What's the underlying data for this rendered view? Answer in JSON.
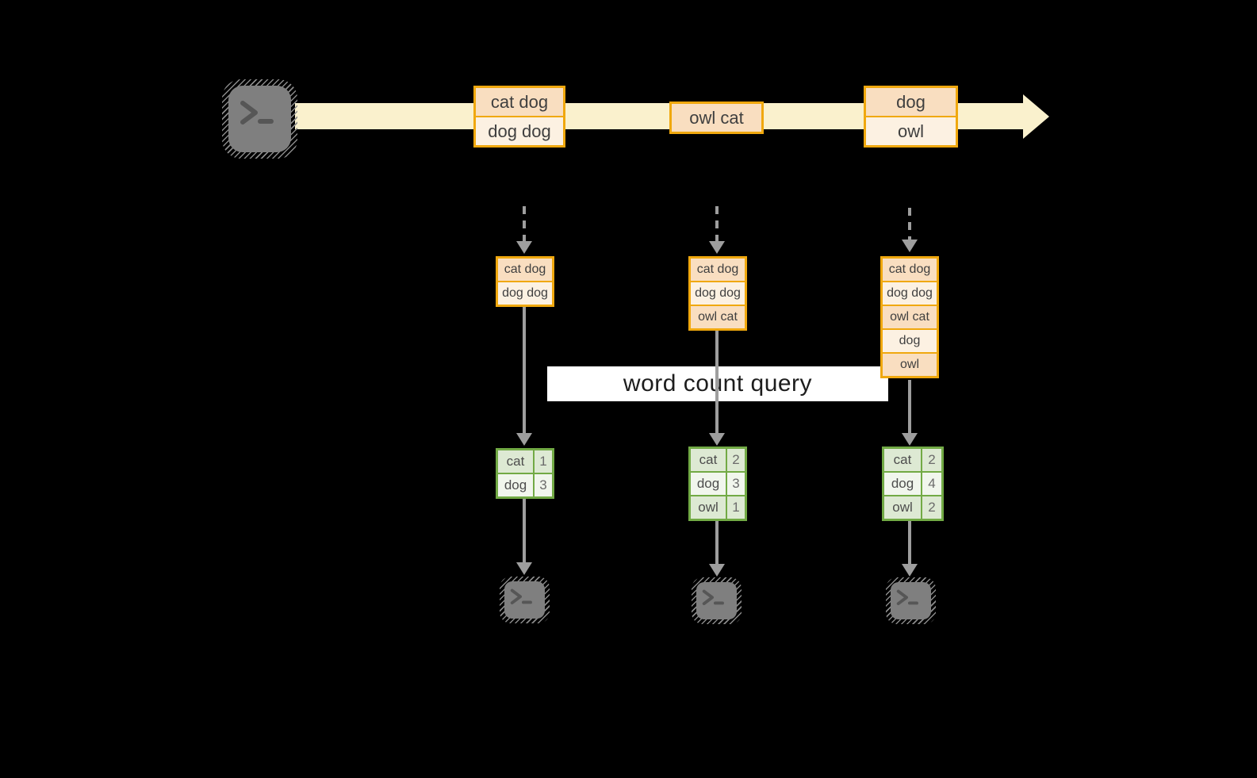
{
  "diagram": {
    "query_label": "word count query",
    "stream": {
      "messages": [
        {
          "lines": [
            "cat dog",
            "dog dog"
          ]
        },
        {
          "lines": [
            "owl cat"
          ]
        },
        {
          "lines": [
            "dog",
            "owl"
          ]
        }
      ]
    },
    "columns": [
      {
        "state": [
          "cat dog",
          "dog dog"
        ],
        "counts": [
          {
            "word": "cat",
            "value": "1"
          },
          {
            "word": "dog",
            "value": "3"
          }
        ]
      },
      {
        "state": [
          "cat dog",
          "dog dog",
          "owl cat"
        ],
        "counts": [
          {
            "word": "cat",
            "value": "2"
          },
          {
            "word": "dog",
            "value": "3"
          },
          {
            "word": "owl",
            "value": "1"
          }
        ]
      },
      {
        "state": [
          "cat dog",
          "dog dog",
          "owl cat",
          "dog",
          "owl"
        ],
        "counts": [
          {
            "word": "cat",
            "value": "2"
          },
          {
            "word": "dog",
            "value": "4"
          },
          {
            "word": "owl",
            "value": "2"
          }
        ]
      }
    ]
  },
  "colors": {
    "background": "#000000",
    "stream_band": "#FAF1CD",
    "box_border": "#F0A80E",
    "box_fill_dark": "#F9DEC0",
    "box_fill_light": "#FCF1E2",
    "table_border": "#72AA45",
    "table_fill_dark": "#DDE9D3",
    "table_fill_light": "#F1F6ED",
    "arrow_gray": "#9E9E9E",
    "terminal_gray": "#7F7F7F",
    "label_background": "#FFFFFF"
  }
}
